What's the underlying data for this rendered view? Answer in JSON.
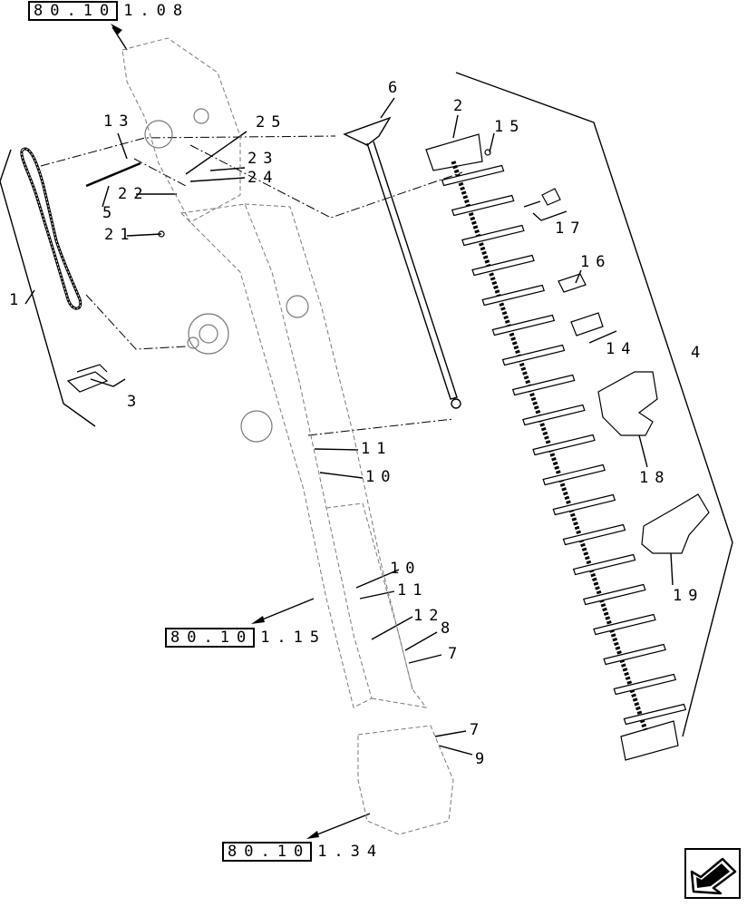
{
  "callouts": [
    "1",
    "2",
    "3",
    "4",
    "5",
    "6",
    "7",
    "7",
    "8",
    "9",
    "10",
    "10",
    "11",
    "11",
    "12",
    "13",
    "14",
    "15",
    "16",
    "17",
    "18",
    "19",
    "21",
    "22",
    "23",
    "24",
    "25"
  ],
  "references": [
    {
      "boxed": "80.10",
      "rest": "1.08"
    },
    {
      "boxed": "80.10",
      "rest": "1.15"
    },
    {
      "boxed": "80.10",
      "rest": "1.34"
    }
  ],
  "nav_button": {
    "icon": "back-arrow-icon"
  },
  "colors": {
    "ink": "#000000",
    "part_outline": "#7a7a7a",
    "paper": "#ffffff"
  }
}
